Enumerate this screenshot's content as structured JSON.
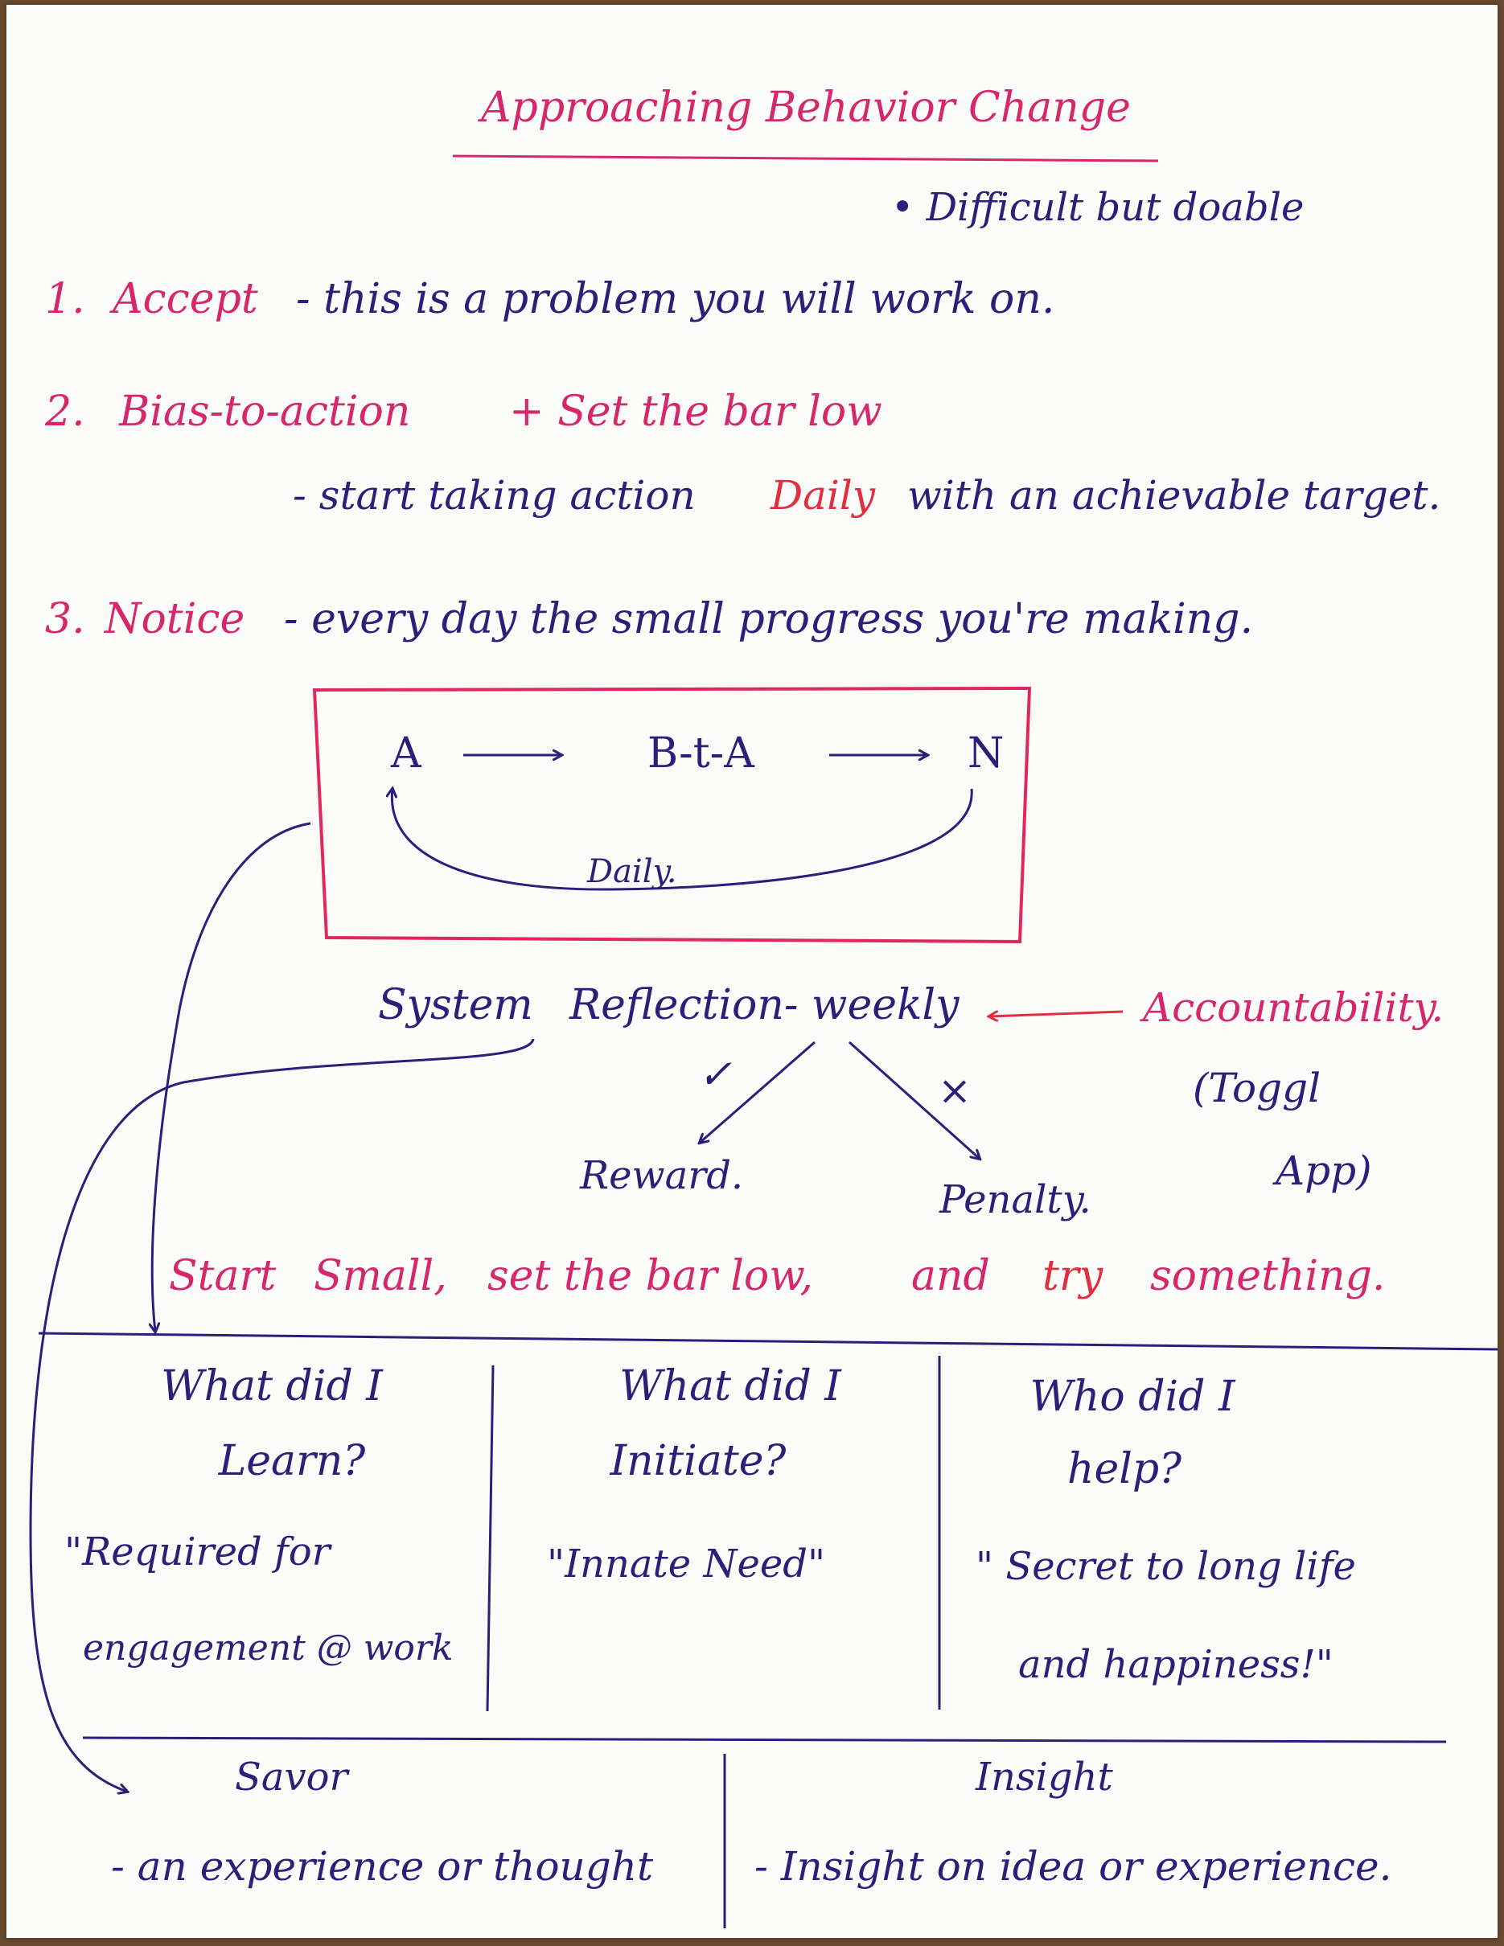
{
  "title": "Approaching Behavior Change",
  "subtitle": "• Difficult but doable",
  "steps": [
    {
      "number": "1.",
      "name": "Accept",
      "desc": "- this is a problem you will work on."
    },
    {
      "number": "2.",
      "name": "Bias-to-action",
      "extra": "+ Set the bar low",
      "desc_pre": "- start taking action",
      "desc_highlight": "Daily",
      "desc_post": "with an achievable target."
    },
    {
      "number": "3.",
      "name": "Notice",
      "desc": "- every day the small progress you're making."
    }
  ],
  "cycle": {
    "node_a": "A",
    "node_bta": "B-t-A",
    "node_n": "N",
    "loop_label": "Daily."
  },
  "system_label": "System",
  "reflection": {
    "label": "Reflection- weekly",
    "check": "✓",
    "cross": "×",
    "reward": "Reward.",
    "penalty": "Penalty."
  },
  "accountability": {
    "label": "Accountability.",
    "app_line1": "(Toggl",
    "app_line2": "App)"
  },
  "motto": {
    "w1": "Start",
    "w2": "Small,",
    "w3": "set the bar low,",
    "w4": "and",
    "w5": "try",
    "w6": "something."
  },
  "columns": [
    {
      "q1": "What did I",
      "q2": "Learn?",
      "a1": "\"Required for",
      "a2": "engagement @ work"
    },
    {
      "q1": "What did I",
      "q2": "Initiate?",
      "a1": "\"Innate Need\""
    },
    {
      "q1": "Who did I",
      "q2": "help?",
      "a1": "\" Secret to long life",
      "a2": "and happiness!\""
    }
  ],
  "bottom": [
    {
      "heading": "Savor",
      "text": "- an experience or thought"
    },
    {
      "heading": "Insight",
      "text": "- Insight on idea or experience."
    }
  ],
  "colors": {
    "ink_blue": "#2b1f7a",
    "ink_pink": "#d6276b",
    "ink_red": "#e0303f",
    "paper": "#fbfbfa"
  }
}
